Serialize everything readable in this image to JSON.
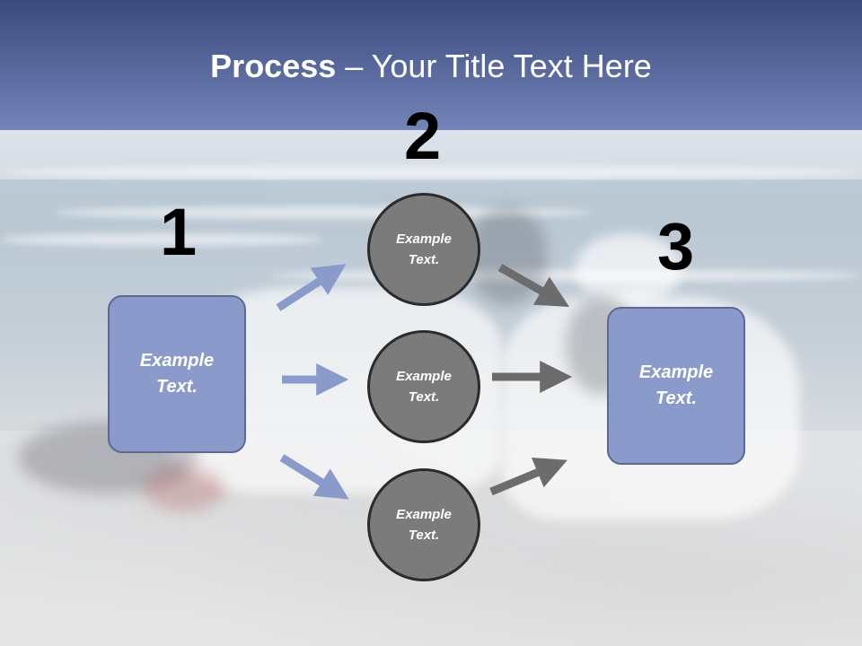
{
  "title": {
    "bold": "Process",
    "rest": " – Your Title Text Here"
  },
  "steps": {
    "step1": {
      "number": "1",
      "text": "Example\nText."
    },
    "step2": {
      "number": "2",
      "circles": [
        {
          "text": "Example\nText."
        },
        {
          "text": "Example\nText."
        },
        {
          "text": "Example\nText."
        }
      ]
    },
    "step3": {
      "number": "3",
      "text": "Example\nText."
    }
  },
  "colors": {
    "header": "#4d5d92",
    "box_fill": "#8a9bcb",
    "circle_fill": "#7b7b7b",
    "arrow_blue": "#8a9bcb",
    "arrow_gray": "#6c6c6c"
  }
}
